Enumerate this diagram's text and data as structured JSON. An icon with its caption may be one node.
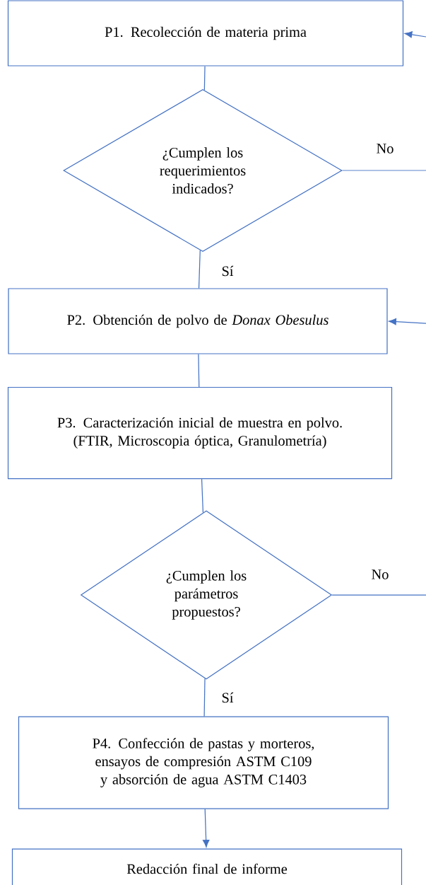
{
  "diagram": {
    "nodes": [
      {
        "text": [
          "P1. Recolección de materia prima"
        ]
      },
      {
        "text": [
          "¿Cumplen los requerimientos indicados?"
        ]
      },
      {
        "text": [
          "P2. Obtención de polvo de *Donax Obesulus*"
        ]
      },
      {
        "text": [
          "P3. Caracterización inicial de muestra en polvo. (FTIR, Microscopia óptica, Granulometría)"
        ]
      },
      {
        "text": [
          "¿Cumplen los parámetros propuestos?"
        ]
      },
      {
        "text": [
          "P4. Confección de pastas y morteros, ensayos de compresión ASTM C109 y absorción de agua ASTM C1403"
        ]
      },
      {
        "text": [
          "Redacción final de informe"
        ]
      }
    ],
    "edges": [
      {
        "from": 0,
        "to": 1,
        "arrow": "none"
      },
      {
        "from": 1,
        "to": 2,
        "arrow": "none",
        "label": "Sí"
      },
      {
        "from": 2,
        "to": 3,
        "arrow": "none"
      },
      {
        "from": 3,
        "to": 4,
        "arrow": "none"
      },
      {
        "from": 4,
        "to": 5,
        "arrow": "none",
        "label": "Sí"
      },
      {
        "from": 5,
        "to": 6,
        "arrow": "to"
      },
      {
        "from": 1,
        "to": null,
        "arrow": "none",
        "label": "No"
      },
      {
        "from": null,
        "to": 0,
        "arrow": "to"
      },
      {
        "from": 4,
        "to": null,
        "arrow": "none",
        "label": "No"
      },
      {
        "from": null,
        "to": 2,
        "arrow": "to"
      }
    ]
  }
}
